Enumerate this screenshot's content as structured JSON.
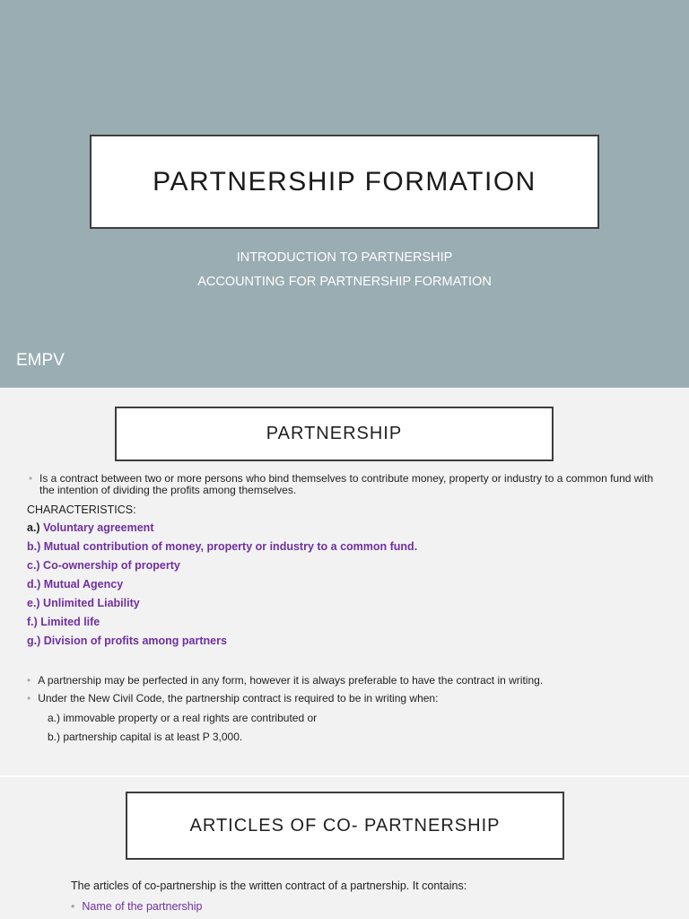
{
  "slide1": {
    "title": "PARTNERSHIP FORMATION",
    "subtitle_lines": [
      "INTRODUCTION TO PARTNERSHIP",
      "ACCOUNTING FOR PARTNERSHIP FORMATION"
    ],
    "author": "EMPV"
  },
  "slide2": {
    "heading": "PARTNERSHIP",
    "definition_bullet": "•",
    "definition": "Is a contract between two or more persons who bind themselves to contribute money, property or industry to a common fund with the intention of dividing the profits among themselves.",
    "characteristics_label": "CHARACTERISTICS:",
    "characteristics": [
      {
        "prefix": "a.) ",
        "text": "Voluntary agreement"
      },
      {
        "prefix": "",
        "text": "b.) Mutual contribution of money, property or industry to a common fund."
      },
      {
        "prefix": "",
        "text": "c.) Co-ownership of property"
      },
      {
        "prefix": "",
        "text": "d.) Mutual Agency"
      },
      {
        "prefix": "",
        "text": "e.) Unlimited Liability"
      },
      {
        "prefix": "",
        "text": "f.) Limited life"
      },
      {
        "prefix": "",
        "text": "g.) Division of profits among partners"
      }
    ],
    "notes": [
      "A partnership may be perfected in any form, however it is always preferable to have the contract in writing.",
      "Under the New Civil Code, the partnership contract is required to be in writing when:"
    ],
    "conditions": [
      "a.) immovable property or a real rights are contributed or",
      "b.) partnership capital is at least P 3,000."
    ]
  },
  "slide3": {
    "heading": "ARTICLES OF CO- PARTNERSHIP",
    "intro": "The articles of co-partnership is the written contract of a partnership. It contains:",
    "items": [
      "Name of the partnership"
    ]
  },
  "colors": {
    "slide1_background": "#9aadb3",
    "accent_purple": "#7030a0",
    "slide_background": "#f2f2f2"
  }
}
